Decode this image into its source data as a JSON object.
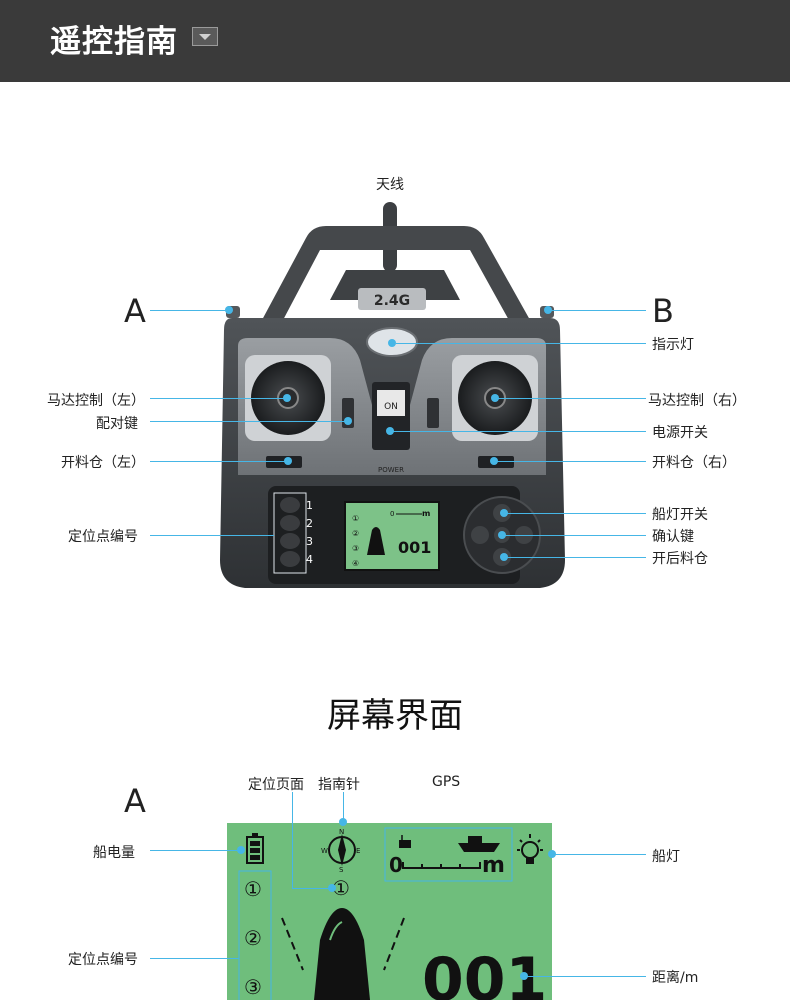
{
  "header": {
    "title": "遥控指南"
  },
  "remote": {
    "antenna_label": "天线",
    "badge": "2.4G",
    "switch_on": "ON",
    "power_text": "POWER",
    "left_letter": "A",
    "right_letter": "B",
    "labels_left": {
      "motor_left": "马达控制（左）",
      "pair_key": "配对键",
      "hatch_left": "开料仓（左）",
      "waypoints": "定位点编号"
    },
    "labels_right": {
      "indicator": "指示灯",
      "motor_right": "马达控制（右）",
      "power_switch": "电源开关",
      "hatch_right": "开料仓（右）",
      "boat_light_switch": "船灯开关",
      "confirm_key": "确认键",
      "rear_hatch": "开后料仓"
    },
    "waypoint_numbers": [
      "1",
      "2",
      "3",
      "4"
    ],
    "lcd": {
      "digits": "001",
      "unit": "m",
      "zero": "0"
    }
  },
  "screen": {
    "title": "屏幕界面",
    "letter": "A",
    "labels": {
      "position_page": "定位页面",
      "compass": "指南针",
      "gps": "GPS",
      "battery": "船电量",
      "boat_light": "船灯",
      "waypoints": "定位点编号",
      "distance": "距离/m"
    },
    "lcd": {
      "current_point": "①",
      "points": [
        "①",
        "②",
        "③"
      ],
      "distance": "001",
      "gps_zero": "0",
      "gps_unit": "m",
      "compass_n": "N",
      "compass_s": "S",
      "compass_w": "W",
      "compass_e": "E"
    }
  },
  "colors": {
    "accent": "#46b6e6",
    "lcd_green": "#6fbe7c",
    "header_bg": "#3a3a3a"
  }
}
